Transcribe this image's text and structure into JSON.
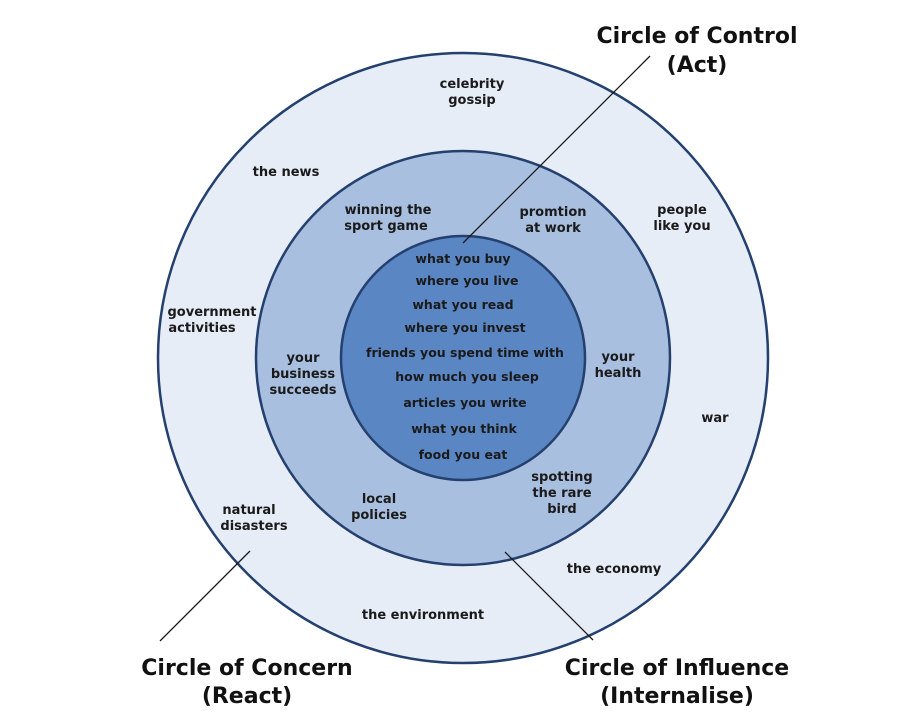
{
  "circles": {
    "concern": {
      "color": "#e6edf7",
      "stroke": "#24406e"
    },
    "influence": {
      "color": "#a9bfe0",
      "stroke": "#24406e"
    },
    "control": {
      "color": "#5b86c4",
      "stroke": "#24406e"
    }
  },
  "titles": {
    "control": {
      "line1": "Circle of Control",
      "line2": "(Act)"
    },
    "concern": {
      "line1": "Circle of Concern",
      "line2": "(React)"
    },
    "influence": {
      "line1": "Circle of Influence",
      "line2": "(Internalise)"
    }
  },
  "concern_items": [
    [
      "celebrity",
      "gossip"
    ],
    [
      "the news"
    ],
    [
      "people",
      "like you"
    ],
    [
      "government",
      "activities"
    ],
    [
      "war"
    ],
    [
      "natural",
      "disasters"
    ],
    [
      "the economy"
    ],
    [
      "the environment"
    ]
  ],
  "influence_items": [
    [
      "winning the",
      "sport game"
    ],
    [
      "promtion",
      "at work"
    ],
    [
      "your",
      "business",
      "succeeds"
    ],
    [
      "your",
      "health"
    ],
    [
      "local",
      "policies"
    ],
    [
      "spotting",
      "the rare",
      "bird"
    ]
  ],
  "control_items": [
    "what you buy",
    "where you live",
    "what you read",
    "where you invest",
    "friends you spend time with",
    "how much you sleep",
    "articles you write",
    "what you think",
    "food you eat"
  ]
}
